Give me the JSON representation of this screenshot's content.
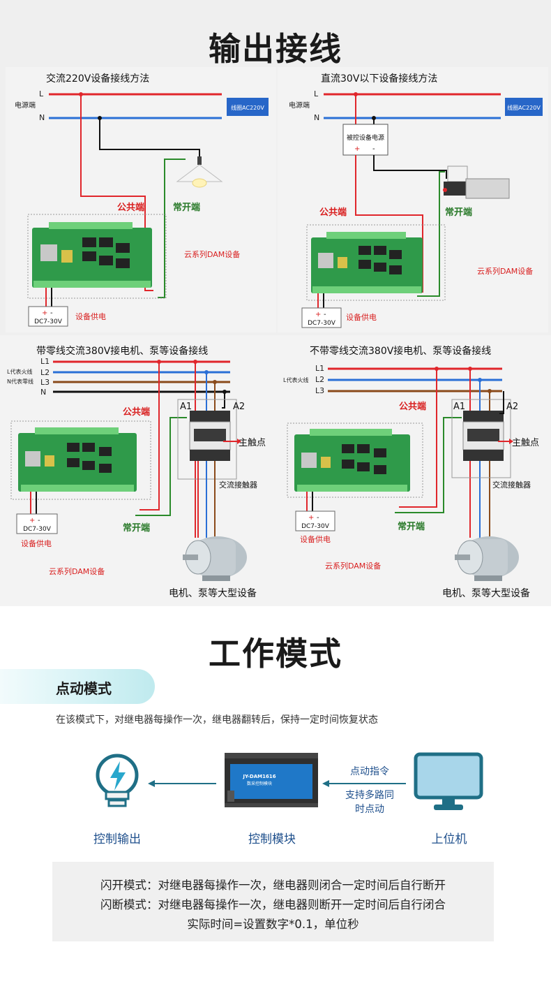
{
  "section1": {
    "title": "输出接线"
  },
  "panels": {
    "ac220": {
      "title": "交流220V设备接线方法",
      "power_label": "电源端",
      "line_L": "L",
      "line_N": "N",
      "coil_tag": "线圈AC220V",
      "common_label": "公共端",
      "no_label": "常开端",
      "device_label": "云系列DAM设备",
      "psu_label": "DC7-30V",
      "psu_plus": "+",
      "psu_minus": "-",
      "supply_label": "设备供电"
    },
    "dc30": {
      "title": "直流30V以下设备接线方法",
      "power_label": "电源端",
      "line_L": "L",
      "line_N": "N",
      "coil_tag": "线圈AC220V",
      "controlled_power": "被控设备电源",
      "cp_plus": "+",
      "cp_minus": "-",
      "common_label": "公共端",
      "no_label": "常开端",
      "device_label": "云系列DAM设备",
      "psu_label": "DC7-30V",
      "psu_plus": "+",
      "psu_minus": "-",
      "supply_label": "设备供电"
    },
    "ac380n": {
      "title": "带零线交流380V接电机、泵等设备接线",
      "L1": "L1",
      "L2": "L2",
      "L3": "L3",
      "N": "N",
      "note_live": "L代表火线",
      "note_neutral": "N代表零线",
      "common_label": "公共端",
      "no_label": "常开端",
      "a1": "A1",
      "a2": "A2",
      "main_contact": "主触点",
      "contactor": "交流接触器",
      "psu_label": "DC7-30V",
      "psu_plus": "+",
      "psu_minus": "-",
      "supply_label": "设备供电",
      "device_label": "云系列DAM设备",
      "motor_label": "电机、泵等大型设备"
    },
    "ac380": {
      "title": "不带零线交流380V接电机、泵等设备接线",
      "L1": "L1",
      "L2": "L2",
      "L3": "L3",
      "note_live": "L代表火线",
      "common_label": "公共端",
      "no_label": "常开端",
      "a1": "A1",
      "a2": "A2",
      "main_contact": "主触点",
      "contactor": "交流接触器",
      "psu_label": "DC7-30V",
      "psu_plus": "+",
      "psu_minus": "-",
      "supply_label": "设备供电",
      "device_label": "云系列DAM设备",
      "motor_label": "电机、泵等大型设备"
    }
  },
  "section2": {
    "title": "工作模式",
    "mode_tab": "点动模式",
    "description": "在该模式下，对继电器每操作一次，继电器翻转后，保持一定时间恢复状态",
    "flow": {
      "output_label": "控制输出",
      "module_label": "控制模块",
      "host_label": "上位机",
      "module_model": "JY-DAM1616",
      "module_sub": "数采控制模块",
      "cmd_line1": "点动指令",
      "cmd_line2": "支持多路同",
      "cmd_line3": "时点动"
    },
    "info": {
      "line1": "闪开模式：对继电器每操作一次，继电器则闭合一定时间后自行断开",
      "line2": "闪断模式：对继电器每操作一次，继电器则断开一定时间后自行闭合",
      "line3": "实际时间=设置数字*0.1，单位秒"
    }
  },
  "colors": {
    "wire_red": "#e0262b",
    "wire_blue": "#2a6fd6",
    "wire_black": "#111111",
    "wire_green": "#2a8a2a",
    "wire_brown": "#8a4a1a",
    "tag_blue": "#2766c8",
    "label_red": "#d92020",
    "label_green": "#2a7a2a",
    "flow_blue": "#1e4f8c",
    "teal_icon": "#1f6f86"
  }
}
